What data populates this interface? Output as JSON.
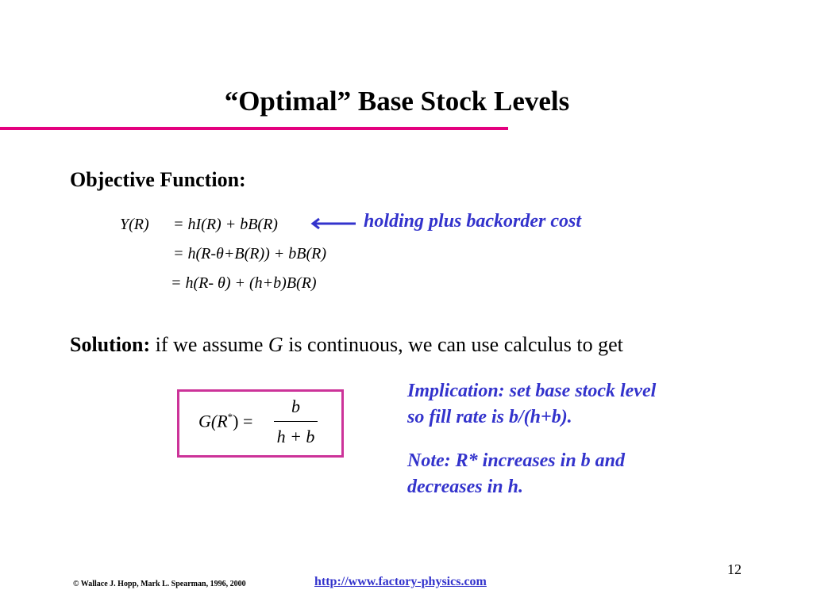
{
  "title": "“Optimal” Base Stock Levels",
  "objective": {
    "heading": "Objective Function:",
    "line1_lhs": "Y(R)",
    "line1_rhs": "= hI(R) + bB(R)",
    "annotation": "holding plus backorder cost",
    "line2": "= h(R-θ+B(R)) + bB(R)",
    "line3": "= h(R- θ) + (h+b)B(R)"
  },
  "solution": {
    "label": "Solution:",
    "text_part1": " if we assume ",
    "var": "G",
    "text_part2": " is continuous, we can use calculus to get"
  },
  "formula": {
    "lhs": "G(R",
    "sup": "*",
    "lhs_close": ") =",
    "numerator": "b",
    "denominator": "h + b"
  },
  "notes": {
    "implication": "Implication: set base stock level so fill rate is b/(h+b).",
    "note": "Note: R* increases in b and decreases in h."
  },
  "footer": {
    "copyright": "© Wallace J. Hopp, Mark L. Spearman, 1996, 2000",
    "link": "http://www.factory-physics.com",
    "page": "12"
  },
  "colors": {
    "accent_rule": "#e4007f",
    "box_border": "#cc3399",
    "annotation_blue": "#3333cc"
  }
}
